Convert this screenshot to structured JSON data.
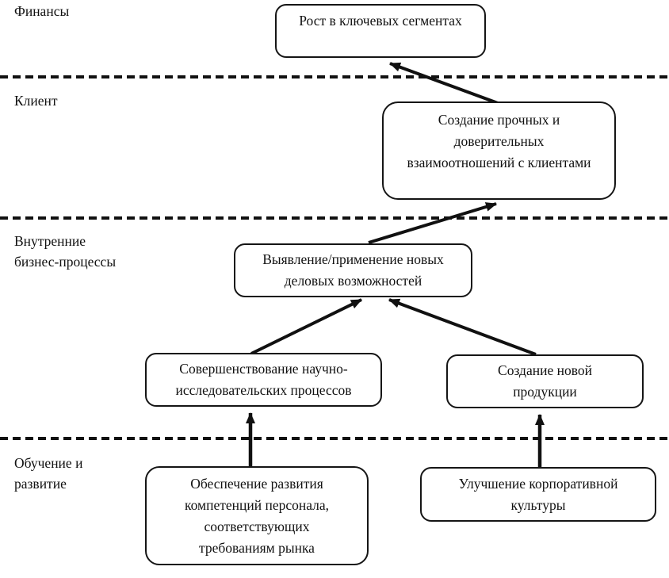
{
  "diagram": {
    "type": "strategy-map",
    "language": "ru",
    "perspectives": [
      {
        "id": "finance",
        "label": "Финансы"
      },
      {
        "id": "client",
        "label": "Клиент"
      },
      {
        "id": "internal",
        "label": "Внутренние\nбизнес-процессы"
      },
      {
        "id": "learning",
        "label": "Обучение и\nразвитие"
      }
    ],
    "nodes": [
      {
        "id": "segment-growth",
        "perspective": "finance",
        "label": "Рост в ключевых сегментах"
      },
      {
        "id": "client-relations",
        "perspective": "client",
        "label": "Создание прочных и\nдоверительных\nвзаимоотношений с клиентами"
      },
      {
        "id": "new-opportunities",
        "perspective": "internal",
        "label": "Выявление/применение новых\nделовых возможностей"
      },
      {
        "id": "research-processes",
        "perspective": "internal",
        "label": "Совершенствование научно-\nисследовательских процессов"
      },
      {
        "id": "new-products",
        "perspective": "internal",
        "label": "Создание новой\nпродукции"
      },
      {
        "id": "personnel-competencies",
        "perspective": "learning",
        "label": "Обеспечение развития\nкомпетенций персонала,\nсоответствующих\nтребованиям рынка"
      },
      {
        "id": "corporate-culture",
        "perspective": "learning",
        "label": "Улучшение корпоративной\nкультуры"
      }
    ],
    "edges": [
      {
        "from": "client-relations",
        "to": "segment-growth"
      },
      {
        "from": "new-opportunities",
        "to": "client-relations"
      },
      {
        "from": "research-processes",
        "to": "new-opportunities"
      },
      {
        "from": "new-products",
        "to": "new-opportunities"
      },
      {
        "from": "personnel-competencies",
        "to": "research-processes"
      },
      {
        "from": "corporate-culture",
        "to": "new-products"
      }
    ],
    "colors": {
      "ink": "#111111",
      "background": "#ffffff"
    }
  }
}
